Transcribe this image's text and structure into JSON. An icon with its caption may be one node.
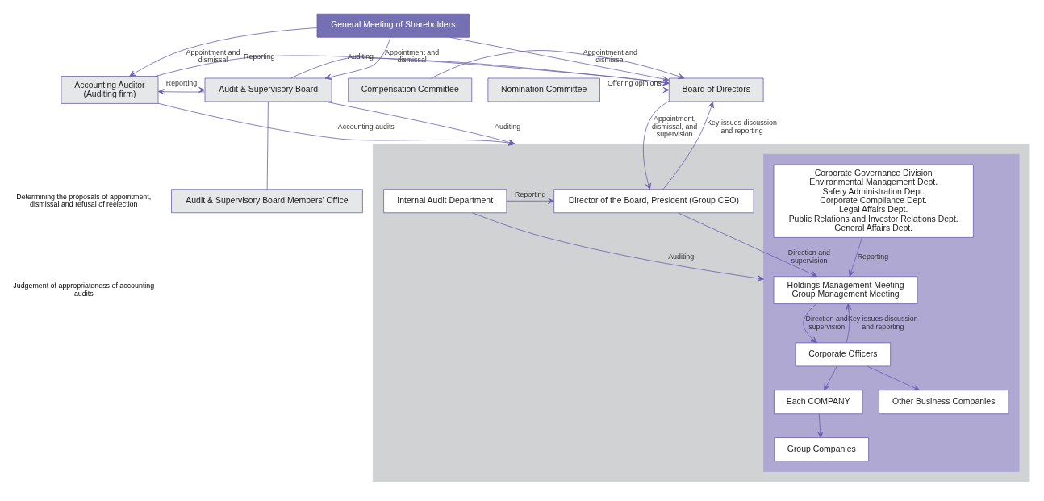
{
  "diagram": {
    "nodes": [
      {
        "text": [
          "General Meeting of Shareholders"
        ]
      },
      {
        "text": [
          "Accounting Auditor",
          "(Auditing firm)"
        ]
      },
      {
        "text": [
          "Audit & Supervisory Board"
        ]
      },
      {
        "text": [
          "Board of Directors"
        ]
      },
      {
        "text": [
          "Nomination Committee"
        ]
      },
      {
        "text": [
          "Compensation Committee"
        ]
      },
      {
        "text": [
          "Audit & Supervisory Board Members’ Office"
        ]
      },
      {
        "text": [],
        "shape": "box"
      },
      {
        "text": [
          "Director of the Board, President (Group CEO)"
        ],
        "in": 7
      },
      {
        "text": [
          "Internal Audit Department"
        ],
        "in": 7
      },
      {
        "text": [],
        "shape": "box",
        "in": 7
      },
      {
        "text": [
          "Holdings Management Meeting",
          "Group Management Meeting"
        ],
        "in": 10
      },
      {
        "text": [
          "Corporate Governance Division",
          "Environmental Management Dept.",
          "Safety Administration Dept.",
          "Corporate Compliance Dept.",
          "Legal Affairs Dept.",
          "Public Relations and Investor Relations Dept.",
          "General Affairs Dept."
        ],
        "in": 10
      },
      {
        "text": [
          "Corporate Officers"
        ],
        "in": 10
      },
      {
        "text": [
          "Each COMPANY"
        ],
        "in": 10
      },
      {
        "text": [
          "Group Companies"
        ],
        "in": 10
      },
      {
        "text": [
          "Other Business Companies"
        ],
        "in": 10
      }
    ],
    "edges": [
      {
        "from": 0,
        "to": 1,
        "arrow": "to",
        "label": "Appointment and dismissal"
      },
      {
        "from": 0,
        "to": 2,
        "arrow": "to",
        "label": "Appointment and dismissal"
      },
      {
        "from": 0,
        "to": 3,
        "arrow": "to",
        "label": "Appointment and dismissal"
      },
      {
        "from": 1,
        "to": 2,
        "arrow": "to",
        "label": "Reporting"
      },
      {
        "from": 2,
        "to": 1,
        "arrow": "to"
      },
      {
        "from": 2,
        "to": 3,
        "arrow": "to",
        "label": "Auditing"
      },
      {
        "from": 4,
        "to": 3,
        "arrow": "to",
        "label": "Offering opinions"
      },
      {
        "from": 5,
        "to": 3,
        "arrow": "to"
      },
      {
        "from": 2,
        "to": 6,
        "arrow": "none"
      },
      {
        "from": 1,
        "to": 7,
        "arrow": "to",
        "label": "Accounting audits"
      },
      {
        "from": 1,
        "to": 3,
        "arrow": "to",
        "label": "Reporting"
      },
      {
        "from": 2,
        "to": 7,
        "arrow": "to",
        "label": "Auditing"
      },
      {
        "from": 3,
        "to": 8,
        "arrow": "to",
        "label": "Appointment, dismissal, and supervision"
      },
      {
        "from": 8,
        "to": 3,
        "arrow": "to",
        "label": "Key issues discussion and reporting"
      },
      {
        "from": 9,
        "to": 8,
        "arrow": "to",
        "label": "Reporting"
      },
      {
        "from": 9,
        "to": 10,
        "arrow": "to",
        "label": "Auditing"
      },
      {
        "from": 8,
        "to": 11,
        "arrow": "to",
        "label": "Direction and supervision"
      },
      {
        "from": 12,
        "to": 11,
        "arrow": "to",
        "label": "Reporting"
      },
      {
        "from": 11,
        "to": 13,
        "arrow": "to",
        "label": "Direction and supervision"
      },
      {
        "from": 13,
        "to": 11,
        "arrow": "to",
        "label": "Key issues discussion and reporting"
      },
      {
        "from": 13,
        "to": 14,
        "arrow": "to"
      },
      {
        "from": 13,
        "to": 16,
        "arrow": "to"
      },
      {
        "from": 14,
        "to": 15,
        "arrow": "to"
      }
    ],
    "labels": [
      "Determining the proposals of appointment, dismissal and refusal of reelection",
      "Judgement of appropriateness of accounting audits"
    ]
  }
}
